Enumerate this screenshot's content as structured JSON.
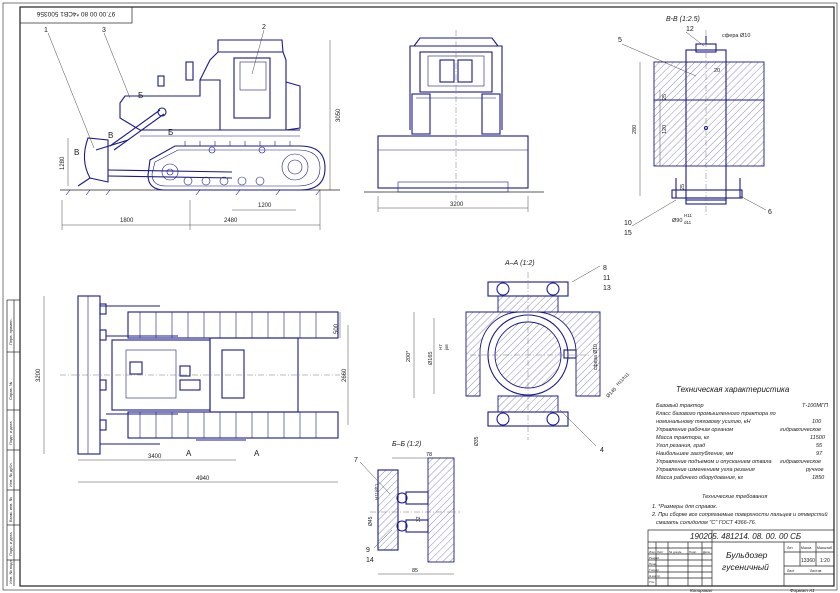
{
  "drawing": {
    "top_stamp": "97.00 00 80 *4СВ1 500356",
    "doc_number": "190205. 481214. 08. 00. 00 СБ",
    "title_line1": "Бульдозер",
    "title_line2": "гусеничный",
    "sheet_info": {
      "lit": "Лит.",
      "mass": "Масса",
      "scale": "Масштаб",
      "lit_val": "",
      "mass_val": "13360",
      "scale_val": "1:20",
      "sheet": "Лист",
      "sheets": "Листов"
    },
    "footer_left": "Копировал",
    "footer_right": "Формат  А1",
    "side_stamps": [
      "Перв. примен.",
      "Справ. №",
      "Подп. и дата",
      "Инв. № дубл.",
      "Взам. инв. №",
      "Подп. и дата",
      "Инв. № подл."
    ],
    "title_block_rows": [
      "Изм.",
      "Лист",
      "№ докум.",
      "Подп.",
      "Дата",
      "Разраб.",
      "Пров.",
      "Т.контр.",
      "Н.контр.",
      "Утв."
    ]
  },
  "views": {
    "side_dims": {
      "d1": "1800",
      "d2": "2480",
      "d3": "1200",
      "h_total": "3050",
      "h_blade": "1280"
    },
    "front_dims": {
      "width": "3200"
    },
    "plan_dims": {
      "width_blade": "3200",
      "track": "2660",
      "shoe": "500",
      "len1": "3400",
      "len_total": "4940"
    },
    "callouts": {
      "c1": "1",
      "c2": "2",
      "c3": "3",
      "c4": "4",
      "c5": "5",
      "c6": "6",
      "c7": "7",
      "c8": "8",
      "c9": "9",
      "c10": "10",
      "c11": "11",
      "c12": "12",
      "c13": "13",
      "c14": "14",
      "c15": "15"
    },
    "section_marks": {
      "b": "Б",
      "v": "В",
      "a": "А"
    },
    "section_vv": {
      "title": "В-В (1:2.5)",
      "sphere": "сфера Ø10",
      "d20": "20",
      "d25a": "25",
      "d120": "120",
      "d280": "280",
      "d25b": "25",
      "dia_fit": "Ø90",
      "fit_h": "H11",
      "fit_d": "d11"
    },
    "section_aa": {
      "title": "А–А (1:2)",
      "sphere": "сфера Ø10",
      "d200": "200*",
      "d165": "Ø165",
      "fit_h7": "H7",
      "fit_js": "js6",
      "d145": "Ø145",
      "fit2": "H11/h11",
      "d35": "Ø35"
    },
    "section_bb": {
      "title": "Б–Б (1:2)",
      "d78": "78",
      "d45": "Ø45",
      "fit": "H11/d11",
      "d32": "32",
      "d85": "85"
    }
  },
  "specs": {
    "heading": "Техническая характеристика",
    "rows": [
      {
        "label": "Базовый трактор",
        "value": "Т-100МГП"
      },
      {
        "label": "Класс базового промышленного трактора по",
        "value": ""
      },
      {
        "label": "номинальному тяговому усилию, кН",
        "value": "100"
      },
      {
        "label": "Управление рабочим органом",
        "value": "гидравлическое"
      },
      {
        "label": "Масса трактора, кг",
        "value": "11500"
      },
      {
        "label": "Угол резания, град",
        "value": "55"
      },
      {
        "label": "Наибольшее заглубление, мм",
        "value": "97"
      },
      {
        "label": "Управление подъемом и опусканием отвала",
        "value": "гидравлическое"
      },
      {
        "label": "Управление изменением угла резания",
        "value": "ручное"
      },
      {
        "label": "Масса рабочего оборудования, кг",
        "value": "1850"
      }
    ],
    "req_heading": "Технические требования",
    "req1": "1. *Размеры для справок.",
    "req2a": "2. При сборке все сопрягаемые поверхности пальцев и отверстий",
    "req2b": "смазать солидолом \"С\" ГОСТ 4366-76."
  }
}
